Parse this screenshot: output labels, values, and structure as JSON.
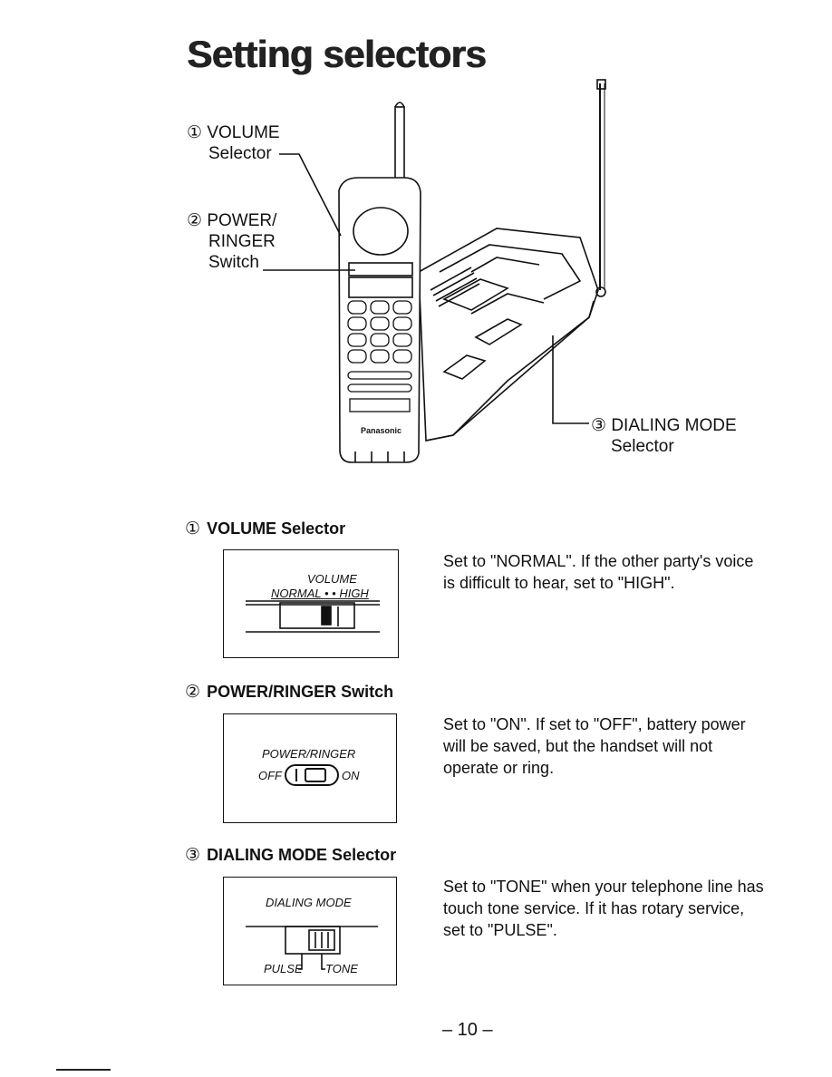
{
  "page": {
    "title": "Setting selectors",
    "page_number": "– 10 –"
  },
  "diagram": {
    "callout_volume_num": "①",
    "callout_volume_lines": [
      "VOLUME",
      "Selector"
    ],
    "callout_power_num": "②",
    "callout_power_lines": [
      "POWER/",
      "RINGER",
      "Switch"
    ],
    "callout_dialing_num": "③",
    "callout_dialing_lines": [
      "DIALING MODE",
      "Selector"
    ],
    "handset_brand": "Panasonic"
  },
  "sections": [
    {
      "num": "①",
      "heading": "VOLUME Selector",
      "box_labels": [
        "VOLUME",
        "NORMAL • • HIGH"
      ],
      "description": "Set to \"NORMAL\". If the other party's voice is difficult to hear, set to \"HIGH\"."
    },
    {
      "num": "②",
      "heading": "POWER/RINGER Switch",
      "box_labels": [
        "POWER/RINGER",
        "OFF",
        "ON"
      ],
      "description": "Set to \"ON\". If set to \"OFF\", battery power will be saved, but the handset will not operate or ring."
    },
    {
      "num": "③",
      "heading": "DIALING MODE Selector",
      "box_labels": [
        "DIALING MODE",
        "PULSE",
        "TONE"
      ],
      "description": "Set to \"TONE\" when your telephone line has touch tone service. If it has rotary service, set to \"PULSE\"."
    }
  ]
}
